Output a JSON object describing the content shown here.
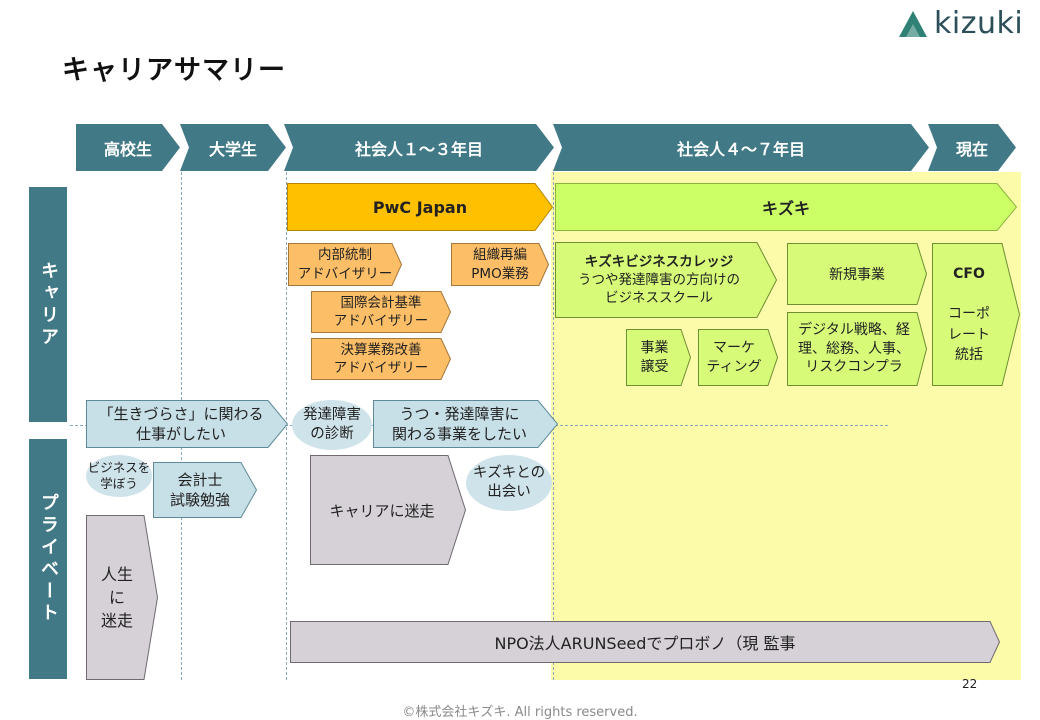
{
  "header": {
    "title": "キャリアサマリー",
    "logo_text": "kizuki"
  },
  "timeline": [
    {
      "label": "高校生"
    },
    {
      "label": "大学生"
    },
    {
      "label": "社会人１～３年目"
    },
    {
      "label": "社会人４～７年目"
    },
    {
      "label": "現在"
    }
  ],
  "sections": {
    "career": "キャリア",
    "private": "プライベート"
  },
  "career": {
    "pwc": "PwC Japan",
    "kizuki": "キズキ",
    "internal_control": [
      "内部統制",
      "アドバイザリー"
    ],
    "reorg_pmo": [
      "組織再編",
      "PMO業務"
    ],
    "intl_accounting": [
      "国際会計基準",
      "アドバイザリー"
    ],
    "closing": [
      "決算業務改善",
      "アドバイザリー"
    ],
    "business_college": [
      "キズキビジネスカレッジ",
      "うつや発達障害の方向けの",
      "ビジネススクール"
    ],
    "new_business": "新規事業",
    "cfo": [
      "CFO",
      "コーポ",
      "レート",
      "統括"
    ],
    "succession": [
      "事業",
      "譲受"
    ],
    "marketing": [
      "マーケ",
      "ティング"
    ],
    "digital": [
      "デジタル戦略、経",
      "理、総務、人事、",
      "リスクコンプラ"
    ]
  },
  "private": {
    "want_work": [
      "「生きづらさ」に関わる",
      "仕事がしたい"
    ],
    "diagnosis": [
      "発達障害",
      "の診断"
    ],
    "work_related": [
      "うつ・発達障害に",
      "関わる事業をしたい"
    ],
    "learn_business": [
      "ビジネスを",
      "学ぼう"
    ],
    "cpa": [
      "会計士",
      "試験勉強"
    ],
    "lost_life": [
      "人生",
      "に",
      "迷走"
    ],
    "lost_career": "キャリアに迷走",
    "meet_kizuki": [
      "キズキとの",
      "出会い"
    ],
    "npo": "NPO法人ARUNSeedでプロボノ（現 監事"
  },
  "footer": {
    "page_number": "22",
    "copyright": "©株式会社キズキ. All rights reserved."
  },
  "colors": {
    "teal": "#417a86",
    "orange": "#ffc000",
    "light_orange": "#fcbe66",
    "lime": "#ccff66",
    "light_lime": "#d7fb78",
    "pale_blue": "#c7dfe6",
    "grey": "#d5d1d7",
    "yellow_bg": "#fbfbaa"
  }
}
